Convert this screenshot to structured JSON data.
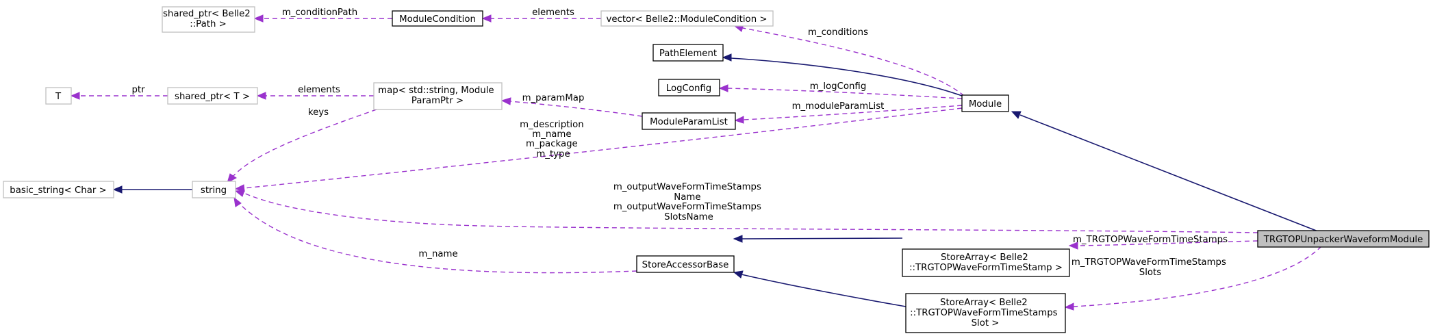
{
  "nodes": {
    "shared_ptr_path": [
      "shared_ptr< Belle2",
      "::Path >"
    ],
    "module_condition": [
      "ModuleCondition"
    ],
    "vector_module_condition": [
      "vector< Belle2::ModuleCondition >"
    ],
    "path_element": [
      "PathElement"
    ],
    "log_config": [
      "LogConfig"
    ],
    "t": [
      "T"
    ],
    "shared_ptr_t": [
      "shared_ptr< T >"
    ],
    "map_param": [
      "map< std::string, Module",
      "ParamPtr >"
    ],
    "module_param_list": [
      "ModuleParamList"
    ],
    "module": [
      "Module"
    ],
    "basic_string": [
      "basic_string< Char >"
    ],
    "string": [
      "string"
    ],
    "store_accessor_base": [
      "StoreAccessorBase"
    ],
    "store_array_stamp": [
      "StoreArray< Belle2",
      "::TRGTOPWaveFormTimeStamp >"
    ],
    "store_array_slot": [
      "StoreArray< Belle2",
      "::TRGTOPWaveFormTimeStamps",
      "Slot >"
    ],
    "trgtop_module": [
      "TRGTOPUnpackerWaveformModule"
    ]
  },
  "edge_labels": {
    "m_condition_path": [
      "m_conditionPath"
    ],
    "elements_vector": [
      "elements"
    ],
    "m_conditions": [
      "m_conditions"
    ],
    "ptr": [
      "ptr"
    ],
    "elements_shared": [
      "elements"
    ],
    "keys": [
      "keys"
    ],
    "m_param_map": [
      "m_paramMap"
    ],
    "m_log_config": [
      "m_logConfig"
    ],
    "m_module_param_list": [
      "m_moduleParamList"
    ],
    "module_strings": [
      "m_description",
      "m_name",
      "m_package",
      "m_type"
    ],
    "output_names": [
      "m_outputWaveFormTimeStamps",
      "Name",
      "m_outputWaveFormTimeStamps",
      "SlotsName"
    ],
    "m_name_accessor": [
      "m_name"
    ],
    "m_trgtop_stamps": [
      "m_TRGTOPWaveFormTimeStamps"
    ],
    "m_trgtop_slots": [
      "m_TRGTOPWaveFormTimeStamps",
      "Slots"
    ]
  },
  "colors": {
    "inheritance": "#191970",
    "usage": "#9a32cd",
    "focus_fill": "#bfbfbf",
    "external_border": "#bfbfbf"
  }
}
